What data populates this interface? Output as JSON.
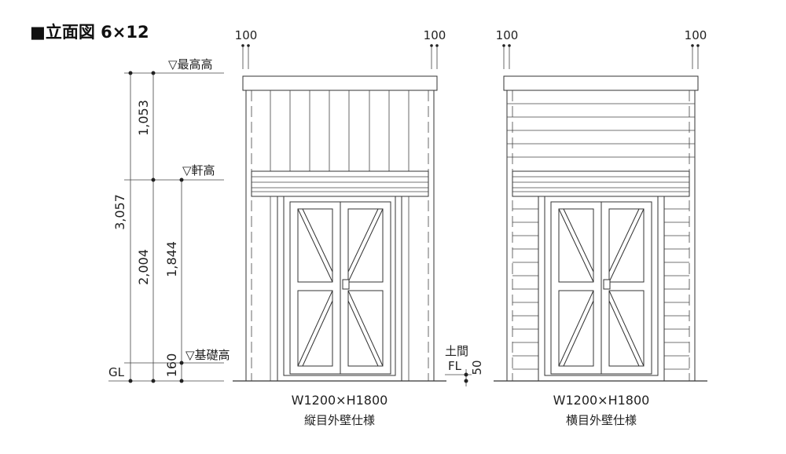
{
  "title": "■立面図 6×12",
  "levels": {
    "top": "▽最高高",
    "eave": "▽軒高",
    "base": "▽基礎高",
    "gl": "GL"
  },
  "dimensions": {
    "total": "3,057",
    "upper": "1,053",
    "lower": "2,004",
    "eave_to_base": "1,844",
    "base": "160",
    "floor": "50",
    "floor_label_1": "土間",
    "floor_label_2": "FL"
  },
  "eave_overhang": [
    "100",
    "100",
    "100",
    "100"
  ],
  "elevations": [
    {
      "size": "W1200×H1800",
      "caption": "縦目外壁仕様"
    },
    {
      "size": "W1200×H1800",
      "caption": "横目外壁仕様"
    }
  ]
}
